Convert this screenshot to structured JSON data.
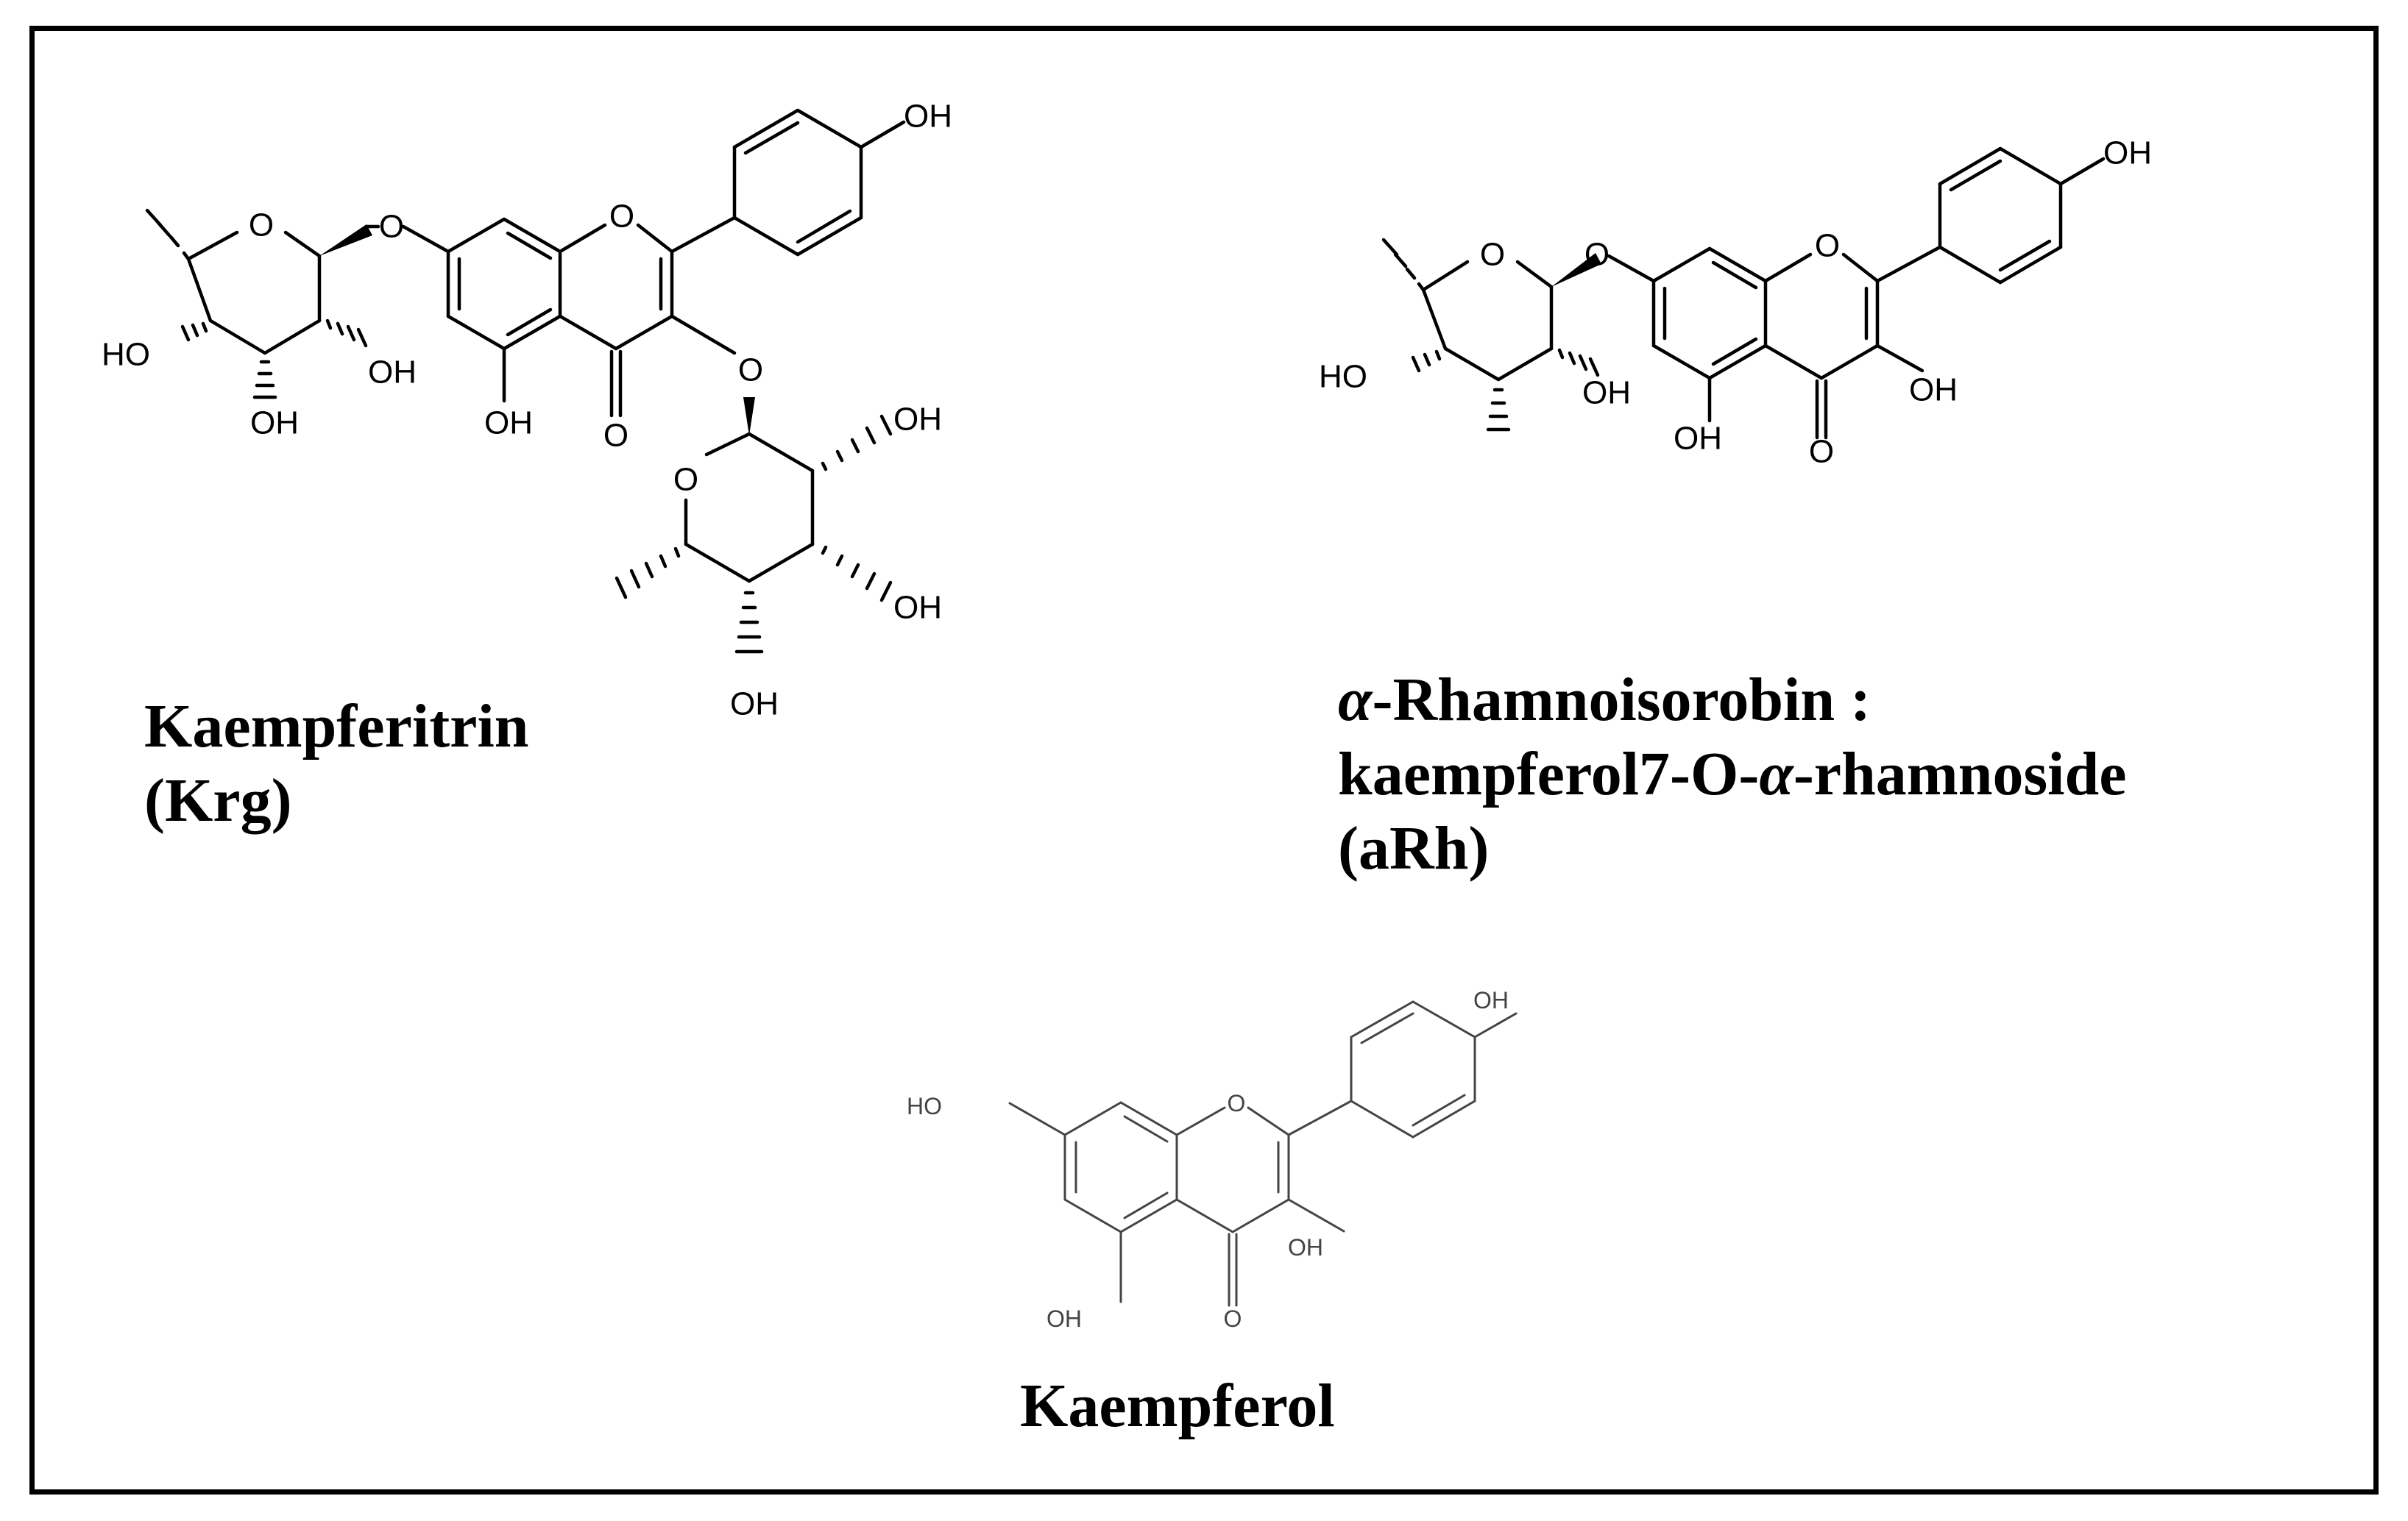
{
  "figure": {
    "compounds": [
      {
        "id": "kaempferitrin",
        "name_line1": "Kaempferitrin",
        "name_line2": "(Krg)",
        "atom_labels": [
          "O",
          "O",
          "O",
          "O",
          "O",
          "OH",
          "HO",
          "OH",
          "OH",
          "OH",
          "O",
          "OH",
          "OH",
          "OH",
          "OH"
        ]
      },
      {
        "id": "alpha-rhamnoisorobin",
        "name_line1_alpha": "α",
        "name_line1_rest": "-Rhamnoisorobin :",
        "name_line2_a": "kaempferol7-O-",
        "name_line2_alpha": "α",
        "name_line2_b": "-rhamnoside",
        "name_line3": "(aRh)",
        "atom_labels": [
          "O",
          "O",
          "O",
          "OH",
          "HO",
          "OH",
          "OH",
          "O",
          "OH"
        ]
      },
      {
        "id": "kaempferol",
        "name": "Kaempferol",
        "atom_labels": [
          "O",
          "OH",
          "HO",
          "OH",
          "OH",
          "O"
        ]
      }
    ]
  }
}
